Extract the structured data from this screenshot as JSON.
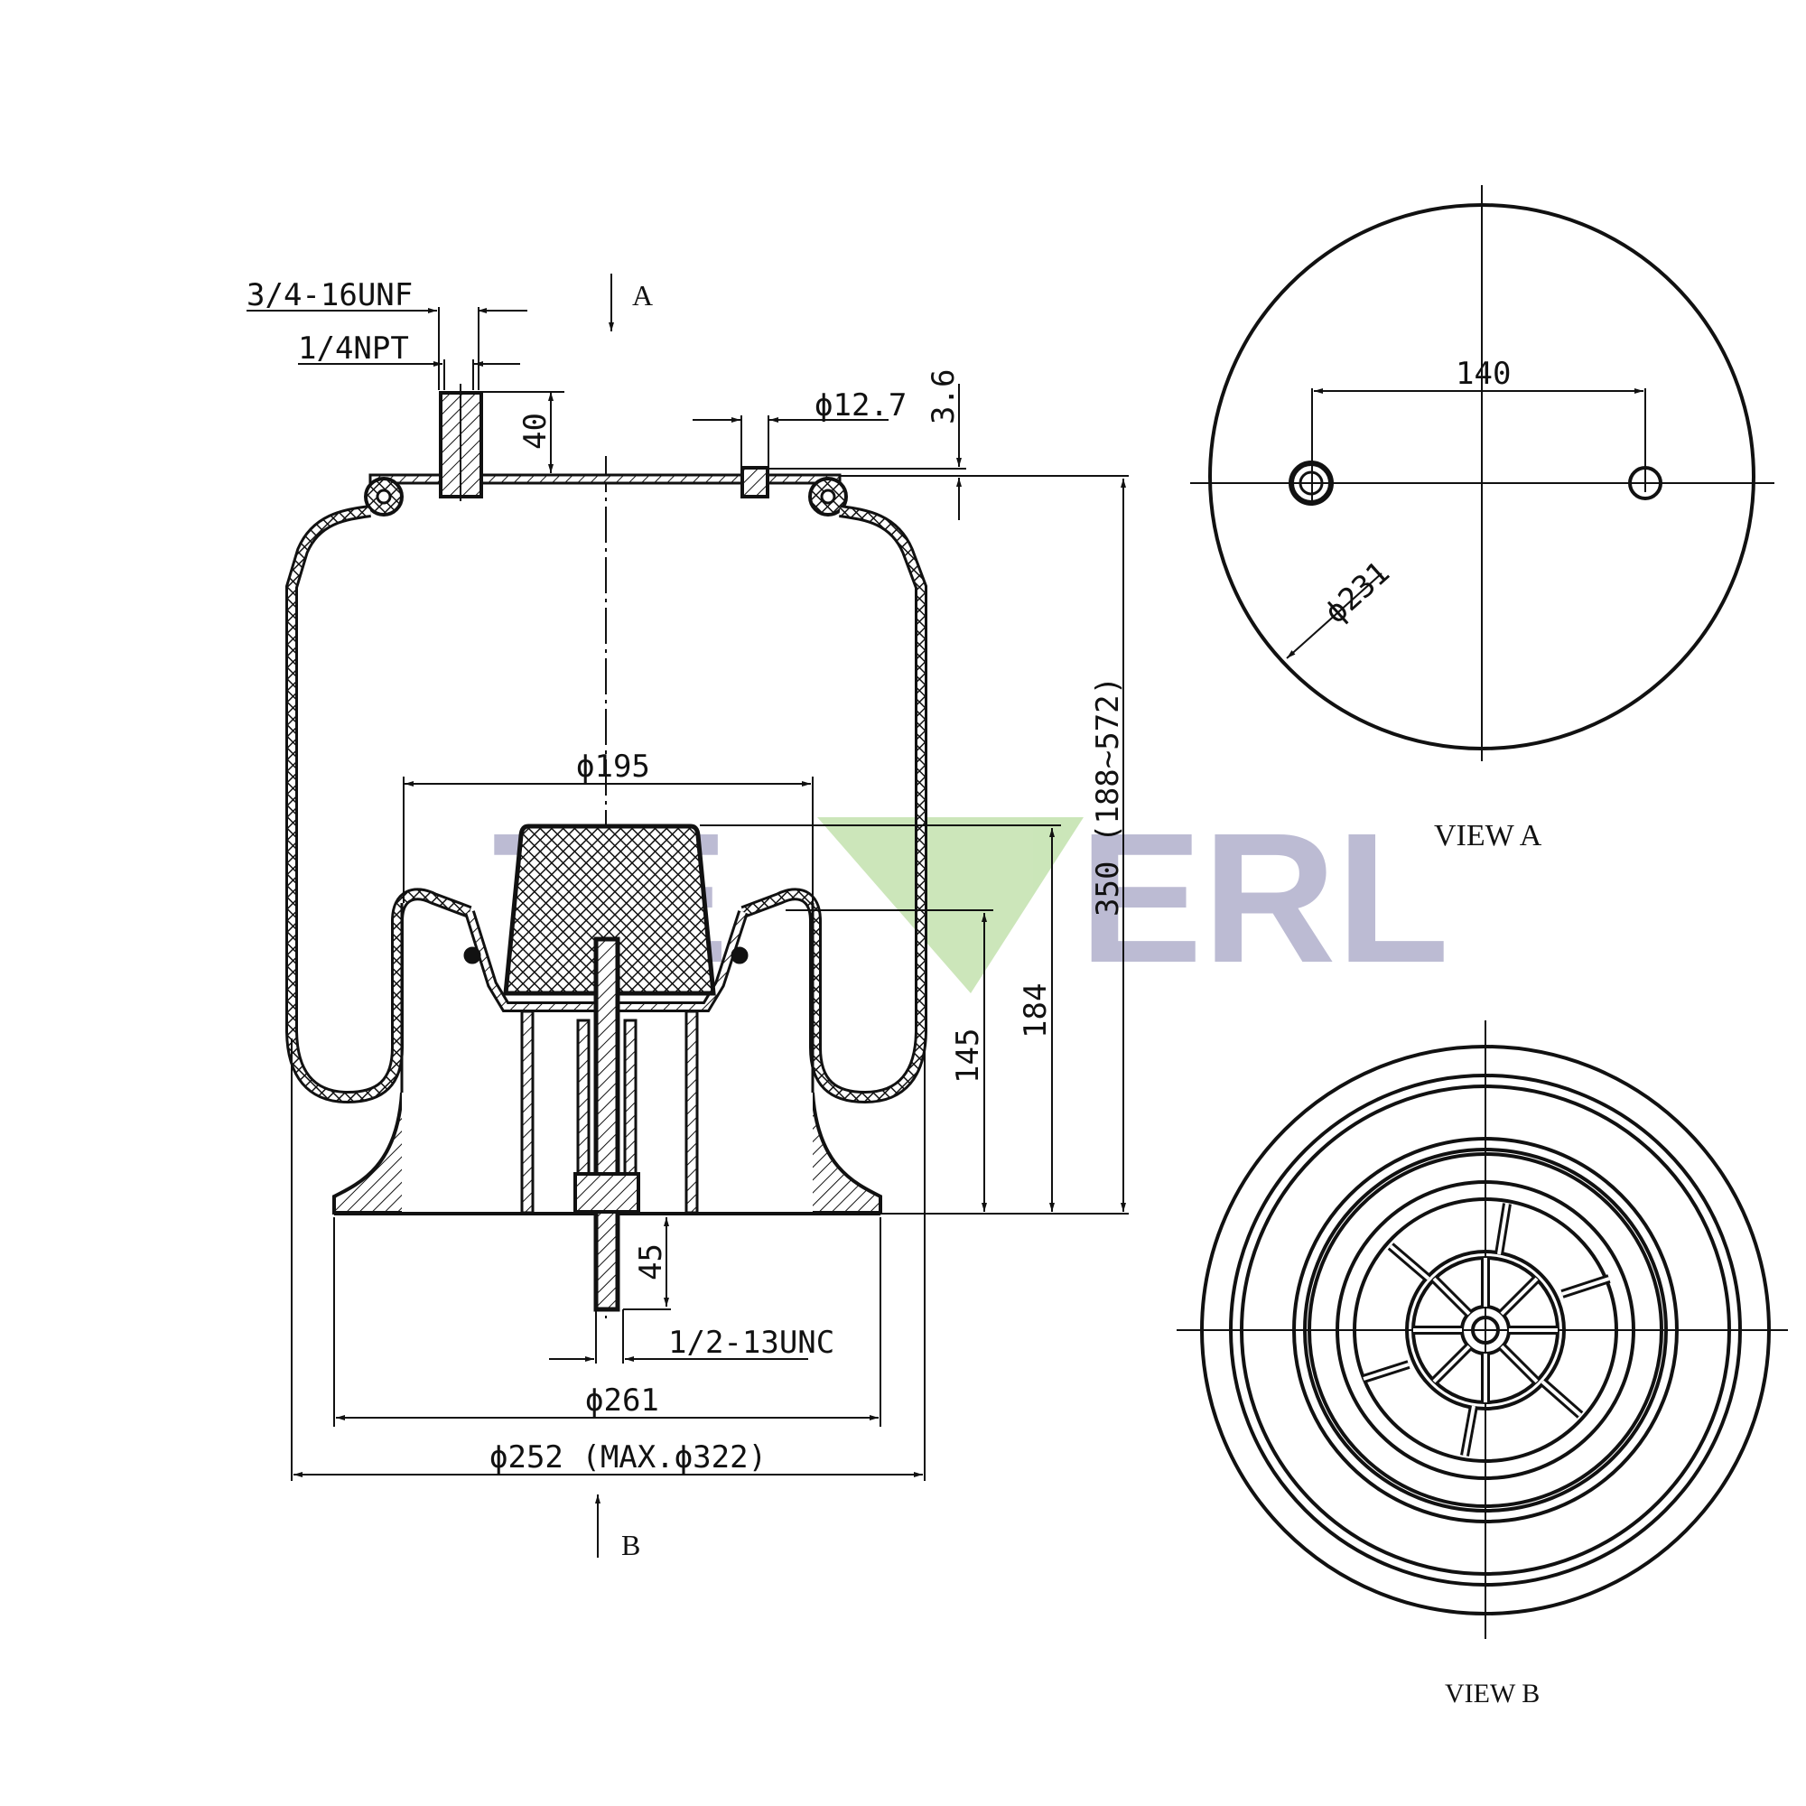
{
  "drawing": {
    "type": "air spring / bellows technical drawing",
    "watermark": {
      "text_left": "TE",
      "text_mid": "V",
      "text_right": "ERL",
      "letter_color": "#b9b8d1",
      "accent_color": "#c9e5b6"
    },
    "section_view": {
      "view_arrow_top": "A",
      "view_arrow_bottom": "B",
      "dimensions": {
        "thread_top": "3/4-16UNF",
        "port": "1/4NPT",
        "port_height": "40",
        "stud_dia": "ϕ12.7",
        "plate_thickness": "3.6",
        "piston_dia": "ϕ195",
        "height_total": "350 (188~572)",
        "height_bumper": "184",
        "height_piston": "145",
        "bolt_length": "45",
        "bolt_thread": "1/2-13UNC",
        "base_dia": "ϕ261",
        "bellows_dia": "ϕ252 (MAX.ϕ322)"
      }
    },
    "view_a": {
      "label": "VIEW A",
      "hole_spacing": "140",
      "plate_dia": "ϕ231"
    },
    "view_b": {
      "label": "VIEW B"
    }
  }
}
